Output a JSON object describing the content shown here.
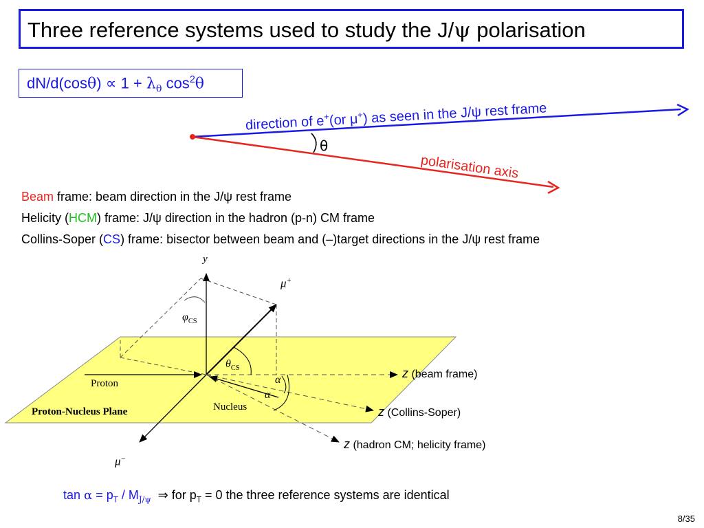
{
  "title": {
    "pre": "Three reference systems used to study the J/",
    "psi": "ψ",
    "post": " polarisation"
  },
  "formula": {
    "lhs": "dN/d(cos",
    "theta": "θ",
    "close": ")",
    "propto": " ∝ ",
    "one_plus": "1 + ",
    "lambda": "λ",
    "lambda_sub": "θ",
    "cos": " cos",
    "cos_sup": "2",
    "theta2": "θ"
  },
  "top_diagram": {
    "direction_label_a": "direction of e",
    "plus1": "+",
    "direction_label_b": "(or μ",
    "plus2": "+",
    "direction_label_c": ") as seen in the J/ψ rest frame",
    "theta_label": "θ",
    "polarisation_label": "polarisation axis",
    "colors": {
      "direction": "#1a1ae6",
      "polarisation": "#e6261f"
    }
  },
  "frames": [
    {
      "highlight": "Beam",
      "color": "#e6261f",
      "pre": "",
      "text": " frame: beam direction in the J/ψ rest frame"
    },
    {
      "pre": "Helicity (",
      "highlight": "HCM",
      "color": "#1fbf1f",
      "text": ") frame: J/ψ direction in the hadron (p-n) CM frame"
    },
    {
      "pre": "Collins-Soper (",
      "highlight": "CS",
      "color": "#1a1ae6",
      "text": ") frame: bisector between beam and (–)target directions in the J/ψ rest frame"
    }
  ],
  "figure": {
    "y_axis": "y",
    "mu_plus": "μ",
    "mu_plus_sup": "+",
    "mu_minus": "μ",
    "mu_minus_sup": "−",
    "phi": "φ",
    "phi_sub": "CS",
    "theta": "θ",
    "theta_sub": "CS",
    "alpha": "α",
    "proton": "Proton",
    "nucleus": "Nucleus",
    "plane": "Proton-Nucleus Plane",
    "plane_color": "#ffff80",
    "z_beam_z": "z",
    "z_beam": " (beam frame)",
    "z_cs_z": "z",
    "z_cs": " (Collins-Soper)",
    "z_hel_z": "z",
    "z_hel": " (hadron CM; helicity frame)"
  },
  "bottom": {
    "tan": "tan ",
    "alpha": "α",
    "eq": " = p",
    "T": "T",
    "slash": " / M",
    "sub": "J/ψ",
    "arrow": "⇒",
    "rest_a": " for p",
    "T2": "T",
    "rest_b": " = 0 the three reference systems are identical"
  },
  "page": "8/35"
}
